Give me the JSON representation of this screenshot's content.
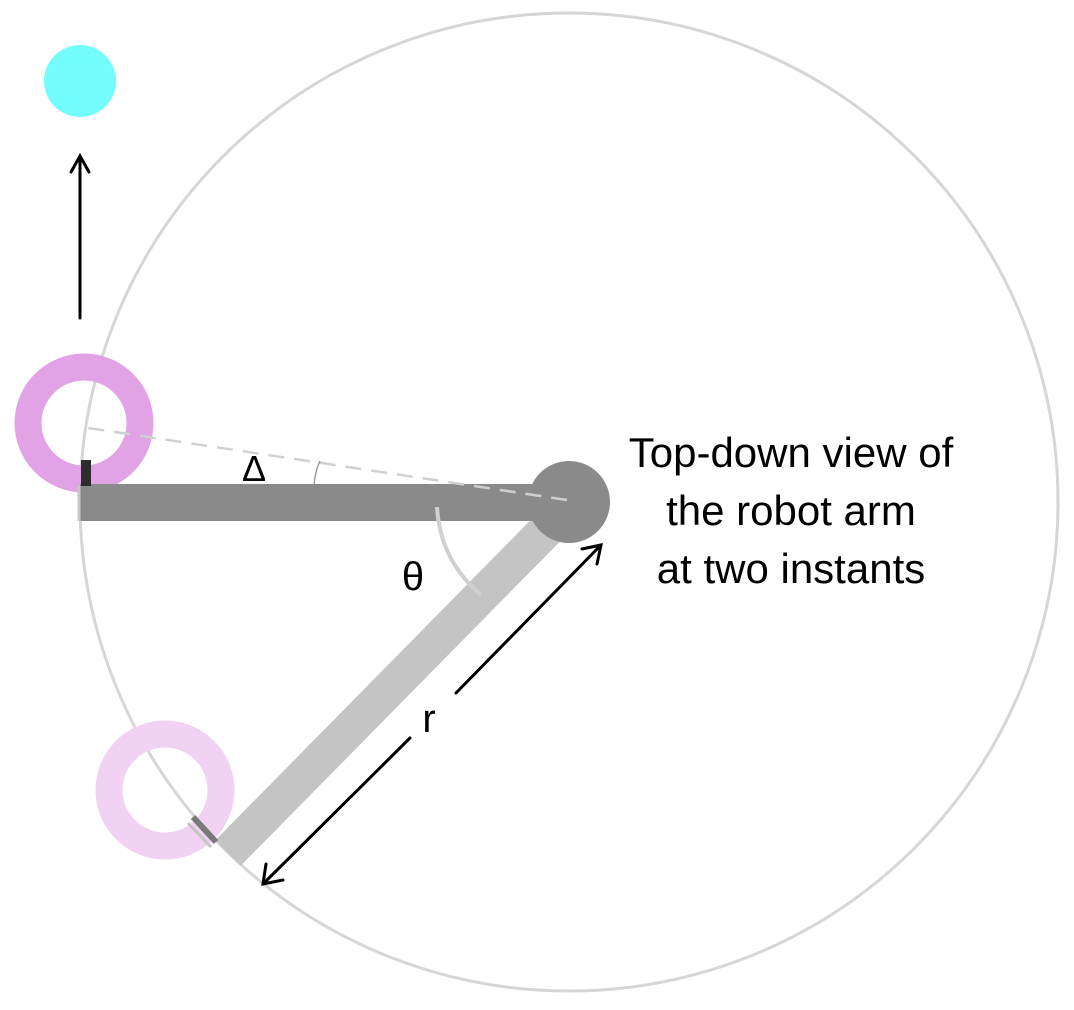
{
  "caption": {
    "line1": "Top-down view of",
    "line2": "the robot arm",
    "line3": "at two instants"
  },
  "labels": {
    "delta": "Δ",
    "theta": "θ",
    "radius": "r"
  },
  "colors": {
    "reach_circle": "#d6d6d6",
    "arm_current": "#8a8a8a",
    "arm_previous": "#c4c4c4",
    "pivot": "#8a8a8a",
    "ring_current": "#e2a3e6",
    "ring_previous": "#f1d2f2",
    "target_ball": "#72fcfc",
    "guide_line": "#d0d0d0",
    "gripper_current": "#2d2d2d",
    "gripper_previous": "#7a7a7a",
    "arrow": "#000000"
  },
  "icons": {
    "target": "cyan-ball",
    "motion": "up-arrow",
    "dimension": "double-headed-arrow"
  }
}
